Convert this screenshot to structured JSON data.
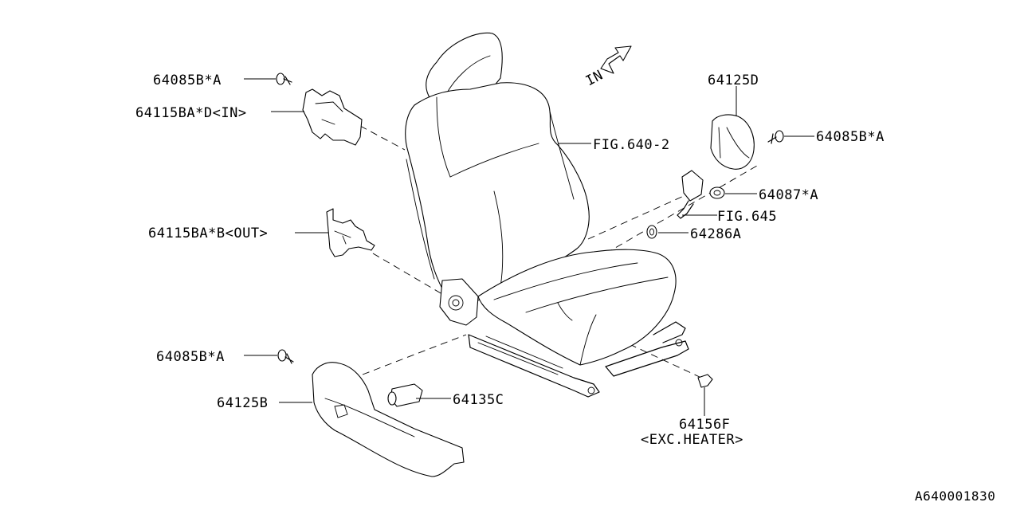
{
  "direction_indicator": "IN",
  "figure_ref": "A640001830",
  "labels": {
    "screw_top_left": "64085B*A",
    "cover_inner": "64115BA*D<IN>",
    "cover_outer": "64115BA*B<OUT>",
    "screw_bottom_left": "64085B*A",
    "side_cover_outer": "64125B",
    "knob": "64135C",
    "side_cover_inner": "64125D",
    "screw_right": "64085B*A",
    "fig_seat": "FIG.640-2",
    "nut": "64087*A",
    "fig_belt": "FIG.645",
    "washer": "64286A",
    "clip": "64156F",
    "clip_note": "<EXC.HEATER>"
  }
}
